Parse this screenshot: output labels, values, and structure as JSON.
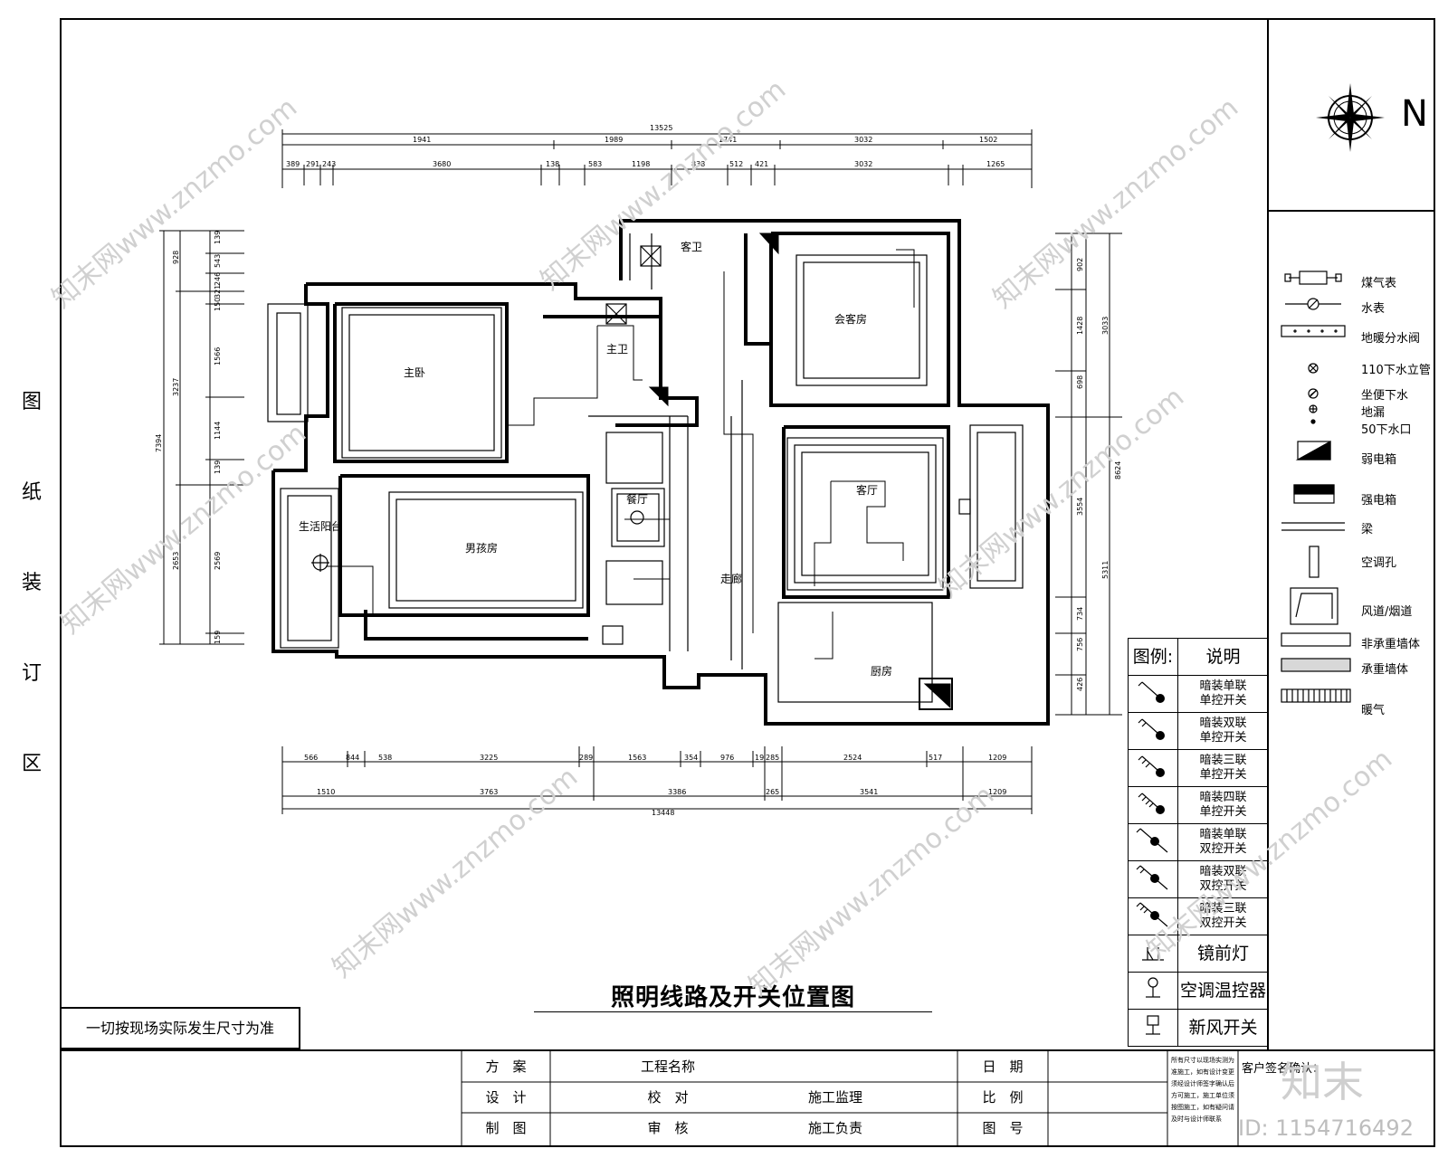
{
  "binding_chars": [
    "图",
    "纸",
    "装",
    "订",
    "区"
  ],
  "north_label": "N",
  "drawing_title": "照明线路及开关位置图",
  "site_note": "一切按现场实际发生尺寸为准",
  "rooms": {
    "master_bedroom": "主卧",
    "master_bath": "主卫",
    "guest_bath": "客卫",
    "study": "会客房",
    "living": "客厅",
    "dining": "餐厅",
    "kids_room": "男孩房",
    "balcony": "生活阳台",
    "kitchen": "厨房",
    "corridor": "走廊"
  },
  "dimensions": {
    "top_total": "13525",
    "top_row1": [
      "1941",
      "1989",
      "1741",
      "3032",
      "1502"
    ],
    "top_row2": [
      "389",
      "291",
      "243",
      "3680",
      "138",
      "583",
      "1198",
      "838",
      "512",
      "421",
      "3032",
      "1265"
    ],
    "bottom_row1": [
      "566",
      "844",
      "538",
      "3225",
      "289",
      "1563",
      "354",
      "976",
      "19",
      "285",
      "2524",
      "517",
      "1209"
    ],
    "bottom_row2": [
      "1510",
      "3763",
      "3386",
      "265",
      "3541",
      "1209"
    ],
    "bottom_total": "13448",
    "left_total": "7394",
    "left_row1": [
      "928",
      "3237",
      "2653"
    ],
    "left_row2": [
      "139",
      "543",
      "246",
      "321",
      "150",
      "1566",
      "1144",
      "139",
      "2569",
      "159"
    ],
    "right_a": [
      "3033",
      "5311"
    ],
    "right_total": "8624",
    "right_b": [
      "902",
      "1428",
      "698",
      "3554",
      "734",
      "756",
      "426"
    ]
  },
  "legend_side": [
    {
      "icon": "gas-meter-icon",
      "label": "煤气表"
    },
    {
      "icon": "water-meter-icon",
      "label": "水表"
    },
    {
      "icon": "floor-heating-manifold-icon",
      "label": "地暖分水阀"
    },
    {
      "icon": "drain-riser-icon",
      "label": "110下水立管"
    },
    {
      "icon": "toilet-drain-icon",
      "label": "坐便下水"
    },
    {
      "icon": "floor-drain-icon",
      "label": "地漏"
    },
    {
      "icon": "small-drain-icon",
      "label": "50下水口"
    },
    {
      "icon": "weak-current-box-icon",
      "label": "弱电箱"
    },
    {
      "icon": "strong-current-box-icon",
      "label": "强电箱"
    },
    {
      "icon": "beam-icon",
      "label": "梁"
    },
    {
      "icon": "ac-hole-icon",
      "label": "空调孔"
    },
    {
      "icon": "air-duct-icon",
      "label": "风道/烟道"
    },
    {
      "icon": "non-bearing-wall-icon",
      "label": "非承重墙体"
    },
    {
      "icon": "bearing-wall-icon",
      "label": "承重墙体"
    },
    {
      "icon": "heating-icon",
      "label": "暖气"
    }
  ],
  "legend_table": {
    "header_symbol": "图例:",
    "header_desc": "说明",
    "rows": [
      {
        "icon": "single-gang-single-control-switch-icon",
        "desc": [
          "暗装单联",
          "单控开关"
        ]
      },
      {
        "icon": "double-gang-single-control-switch-icon",
        "desc": [
          "暗装双联",
          "单控开关"
        ]
      },
      {
        "icon": "triple-gang-single-control-switch-icon",
        "desc": [
          "暗装三联",
          "单控开关"
        ]
      },
      {
        "icon": "quad-gang-single-control-switch-icon",
        "desc": [
          "暗装四联",
          "单控开关"
        ]
      },
      {
        "icon": "single-gang-double-control-switch-icon",
        "desc": [
          "暗装单联",
          "双控开关"
        ]
      },
      {
        "icon": "double-gang-double-control-switch-icon",
        "desc": [
          "暗装双联",
          "双控开关"
        ]
      },
      {
        "icon": "triple-gang-double-control-switch-icon",
        "desc": [
          "暗装三联",
          "双控开关"
        ]
      },
      {
        "icon": "mirror-light-icon",
        "desc": [
          "镜前灯"
        ]
      },
      {
        "icon": "ac-thermostat-icon",
        "desc": [
          "空调温控器"
        ]
      },
      {
        "icon": "fresh-air-switch-icon",
        "desc": [
          "新风开关"
        ]
      }
    ]
  },
  "title_block": {
    "scheme": "方　案",
    "design": "设　计",
    "drafting": "制　图",
    "project_name": "工程名称",
    "proofread": "校　对",
    "review": "审　核",
    "construction_supervision": "施工监理",
    "construction_team": "施工负责",
    "date": "日　期",
    "scale": "比　例",
    "drawing_no": "图　号",
    "disclaimer": "所有尺寸以现场实测为准施工，如有设计变更须经设计师签字确认后方可施工，施工单位须按图施工，如有疑问请及时与设计师联系",
    "client_sign": "客户签名确认："
  },
  "watermark_text": "知末网www.znzmo.com",
  "brand": "知末",
  "brand_id": "ID: 1154716492"
}
